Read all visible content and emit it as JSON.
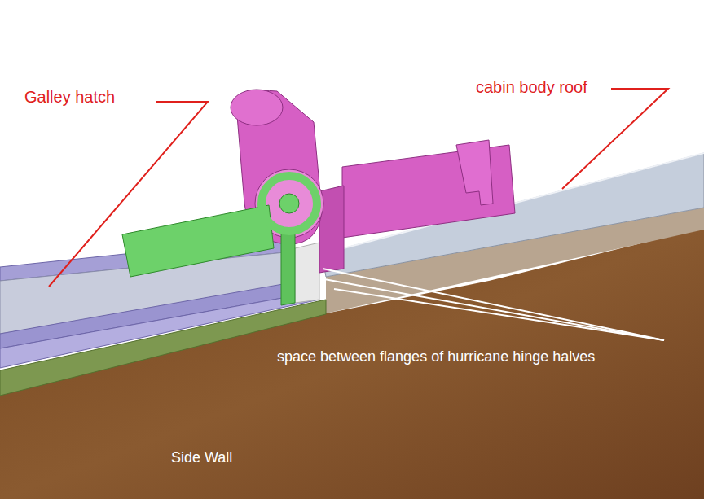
{
  "diagram": {
    "labels": [
      "Galley hatch",
      "cabin body roof",
      "space between flanges of hurricane hinge halves",
      "Side Wall"
    ]
  }
}
